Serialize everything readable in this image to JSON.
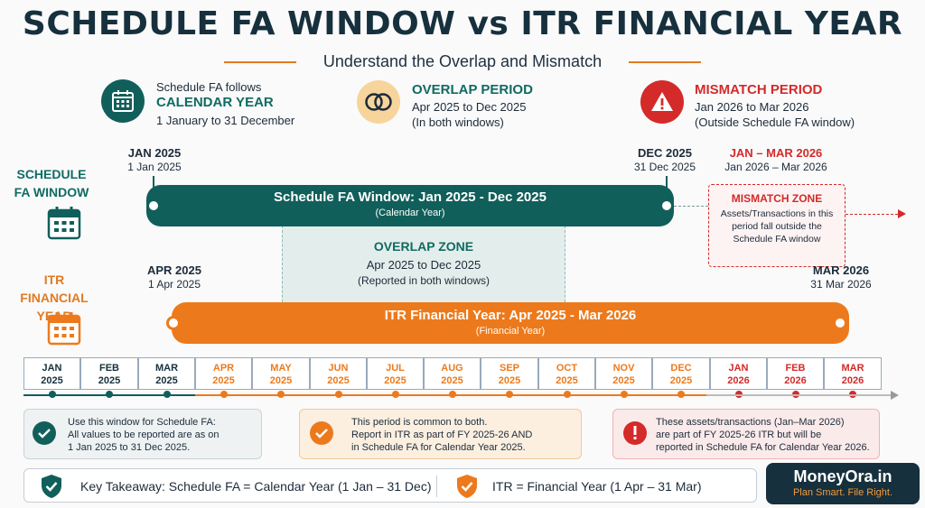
{
  "header": {
    "title": "SCHEDULE FA WINDOW vs ITR FINANCIAL YEAR",
    "subtitle": "Understand the Overlap and Mismatch"
  },
  "info": {
    "calendar": {
      "line1": "Schedule FA follows",
      "heading": "CALENDAR YEAR",
      "line2": "1 January to 31 December"
    },
    "overlap": {
      "heading": "OVERLAP PERIOD",
      "line1": "Apr 2025 to Dec 2025",
      "line2": "(In both windows)"
    },
    "mismatch": {
      "heading": "MISMATCH PERIOD",
      "line1": "Jan 2026 to Mar 2026",
      "line2": "(Outside Schedule FA window)"
    }
  },
  "timeline": {
    "fa_label": "SCHEDULE FA WINDOW",
    "fa_start": {
      "month": "JAN 2025",
      "date": "1 Jan 2025"
    },
    "fa_end": {
      "month": "DEC 2025",
      "date": "31 Dec 2025"
    },
    "mismatch_head": {
      "month": "JAN – MAR 2026",
      "date": "Jan 2026 – Mar 2026"
    },
    "fa_bar": {
      "title": "Schedule FA Window: Jan 2025 - Dec 2025",
      "sub": "(Calendar Year)"
    },
    "mismatch_zone": {
      "title": "MISMATCH ZONE",
      "text": "Assets/Transactions in this period fall outside the Schedule FA window"
    },
    "overlap_zone": {
      "title": "OVERLAP ZONE",
      "line1": "Apr 2025 to Dec 2025",
      "line2": "(Reported in both windows)"
    },
    "itr_label": "ITR FINANCIAL YEAR",
    "itr_start": {
      "month": "APR 2025",
      "date": "1 Apr 2025"
    },
    "itr_end": {
      "month": "MAR 2026",
      "date": "31 Mar 2026"
    },
    "itr_bar": {
      "title": "ITR Financial Year: Apr 2025 - Mar 2026",
      "sub": "(Financial Year)"
    }
  },
  "months": [
    {
      "m": "JAN",
      "y": "2025",
      "c": "teal"
    },
    {
      "m": "FEB",
      "y": "2025",
      "c": "teal"
    },
    {
      "m": "MAR",
      "y": "2025",
      "c": "teal"
    },
    {
      "m": "APR",
      "y": "2025",
      "c": "orange"
    },
    {
      "m": "MAY",
      "y": "2025",
      "c": "orange"
    },
    {
      "m": "JUN",
      "y": "2025",
      "c": "orange"
    },
    {
      "m": "JUL",
      "y": "2025",
      "c": "orange"
    },
    {
      "m": "AUG",
      "y": "2025",
      "c": "orange"
    },
    {
      "m": "SEP",
      "y": "2025",
      "c": "orange"
    },
    {
      "m": "OCT",
      "y": "2025",
      "c": "orange"
    },
    {
      "m": "NOV",
      "y": "2025",
      "c": "orange"
    },
    {
      "m": "DEC",
      "y": "2025",
      "c": "orange"
    },
    {
      "m": "JAN",
      "y": "2026",
      "c": "red"
    },
    {
      "m": "FEB",
      "y": "2026",
      "c": "red"
    },
    {
      "m": "MAR",
      "y": "2026",
      "c": "red"
    }
  ],
  "notes": {
    "teal": {
      "l1": "Use this window for Schedule FA:",
      "l2": "All values to be reported are as on",
      "l3": "1 Jan 2025 to 31 Dec 2025."
    },
    "orange": {
      "l1": "This period is common to both.",
      "l2": "Report in ITR as part of FY 2025-26 AND",
      "l3": "in Schedule FA for Calendar Year 2025."
    },
    "red": {
      "l1": "These assets/transactions (Jan–Mar 2026)",
      "l2": "are part of FY 2025-26 ITR but will be",
      "l3": "reported in Schedule FA for Calendar Year 2026."
    }
  },
  "takeaway": {
    "left": "Key Takeaway: Schedule FA = Calendar Year  (1 Jan – 31 Dec)",
    "right": "ITR = Financial Year  (1 Apr – 31 Mar)"
  },
  "brand": {
    "name": "MoneyOra.in",
    "tagline": "Plan Smart. File Right."
  },
  "colors": {
    "teal": "#115f5a",
    "orange": "#ec7a1c",
    "red": "#d42a2a",
    "navy": "#17303d"
  }
}
